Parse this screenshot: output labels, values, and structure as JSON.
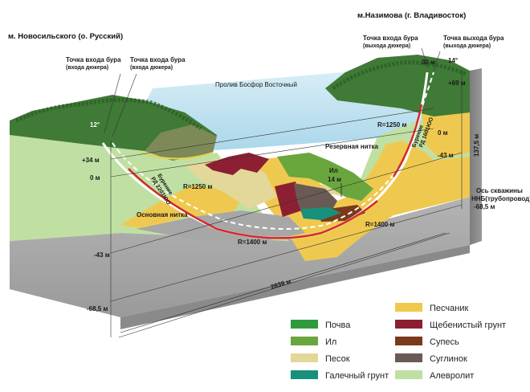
{
  "places": {
    "left_cape": "м. Новосильского (о. Русский)",
    "right_cape": "м.Назимова (г. Владивосток)",
    "strait": "Пролив Босфор Восточный"
  },
  "drill_points": {
    "left_entry_1": "Точка входа бура",
    "left_entry_1_sub": "(входа дюкера)",
    "left_entry_2": "Точка входа бура",
    "left_entry_2_sub": "(входа дюкера)",
    "right_entry": "Точка входа бура",
    "right_entry_sub": "(выхода дюкера)",
    "right_exit": "Точка выхода бура",
    "right_exit_sub": "(выхода дюкера)"
  },
  "angles": {
    "left": "12°",
    "right": "14°"
  },
  "elevations": {
    "left_top": "+34 м",
    "left_zero": "0 м",
    "left_mid": "-43 м",
    "left_bottom": "-68,5 м",
    "right_top": "+69 м",
    "right_zero": "0 м",
    "right_mid": "-43 м",
    "right_bottom": "-68,5 м",
    "right_height": "137,5 м",
    "right_gap": "30 м"
  },
  "radii": {
    "left_upper": "R=1250 м",
    "left_lower": "R=1400 м",
    "right_upper": "R=1250 м",
    "right_lower": "R=1400 м"
  },
  "threads": {
    "main": "Основная нитка",
    "reserve": "Резервная нитка",
    "axis_1": "Ось скважины",
    "axis_2": "ННБ(трубопровод)"
  },
  "drilling": {
    "left_1": "Бурение",
    "left_2": "РД 2201ЮО",
    "right_1": "Бурение",
    "right_2": "РД 1601ЮО"
  },
  "silt": {
    "label": "Ил",
    "depth": "14 м"
  },
  "span": "2839 м",
  "legend": [
    {
      "label": "Почва",
      "color": "#2e9a3c"
    },
    {
      "label": "Ил",
      "color": "#6aa63e"
    },
    {
      "label": "Песок",
      "color": "#e4d79a"
    },
    {
      "label": "Галечный грунт",
      "color": "#17907c"
    },
    {
      "label": "Песчаник",
      "color": "#efc94f"
    },
    {
      "label": "Щебенистый грунт",
      "color": "#8d1f33"
    },
    {
      "label": "Супесь",
      "color": "#7a3a1a"
    },
    {
      "label": "Суглинок",
      "color": "#6a5a56"
    },
    {
      "label": "Алевролит",
      "color": "#bfe0a2"
    }
  ]
}
